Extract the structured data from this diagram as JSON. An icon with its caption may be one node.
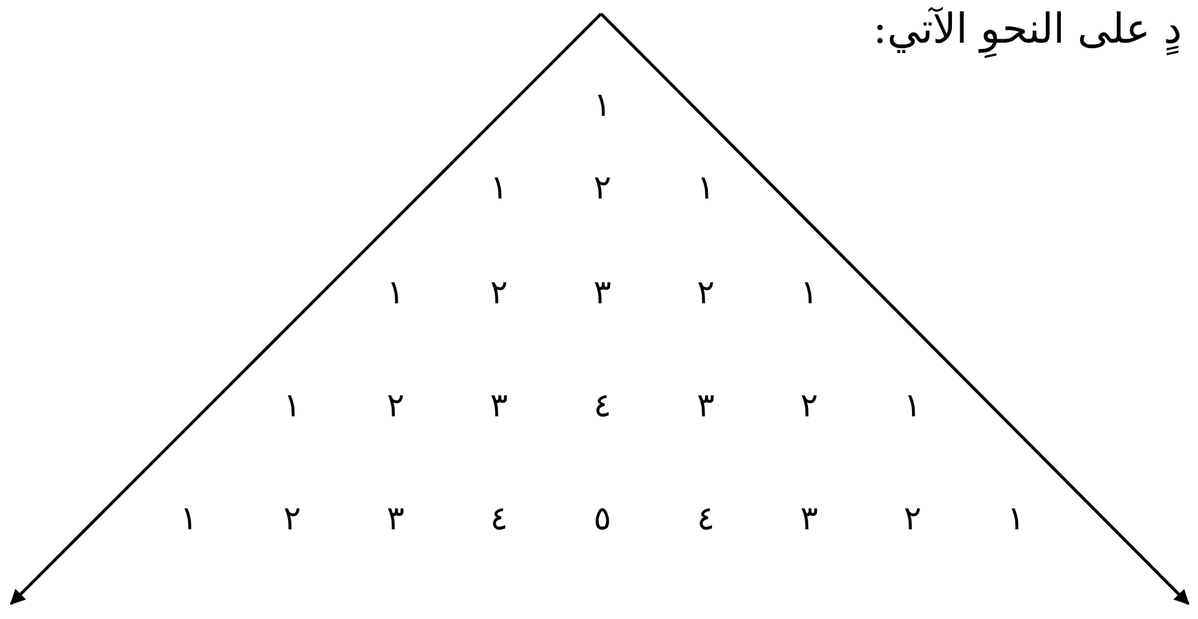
{
  "diagram": {
    "labels": [
      "دٍ على النحوِ الآتي:",
      "١",
      "١",
      "٢",
      "١",
      "١",
      "٢",
      "٣",
      "٢",
      "١",
      "١",
      "٢",
      "٣",
      "٤",
      "٣",
      "٢",
      "١",
      "١",
      "٢",
      "٣",
      "٤",
      "٥",
      "٤",
      "٣",
      "٢",
      "١"
    ]
  }
}
